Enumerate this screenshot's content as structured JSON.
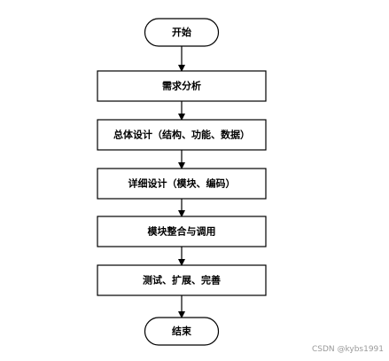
{
  "flowchart": {
    "nodes": [
      {
        "id": "start",
        "shape": "terminal",
        "label": "开始"
      },
      {
        "id": "requirements",
        "shape": "process",
        "label": "需求分析"
      },
      {
        "id": "overall-design",
        "shape": "process",
        "label": "总体设计（结构、功能、数据）"
      },
      {
        "id": "detailed-design",
        "shape": "process",
        "label": "详细设计（模块、编码）"
      },
      {
        "id": "integration",
        "shape": "process",
        "label": "模块整合与调用"
      },
      {
        "id": "testing",
        "shape": "process",
        "label": "测试、扩展、完善"
      },
      {
        "id": "end",
        "shape": "terminal",
        "label": "结束"
      }
    ],
    "edges": [
      {
        "from": "start",
        "to": "requirements"
      },
      {
        "from": "requirements",
        "to": "overall-design"
      },
      {
        "from": "overall-design",
        "to": "detailed-design"
      },
      {
        "from": "detailed-design",
        "to": "integration"
      },
      {
        "from": "integration",
        "to": "testing"
      },
      {
        "from": "testing",
        "to": "end"
      }
    ]
  },
  "watermark": {
    "text": "CSDN @kybs1991"
  },
  "colors": {
    "stroke": "#000000",
    "fill": "#ffffff",
    "watermark": "#9a9a9a"
  }
}
